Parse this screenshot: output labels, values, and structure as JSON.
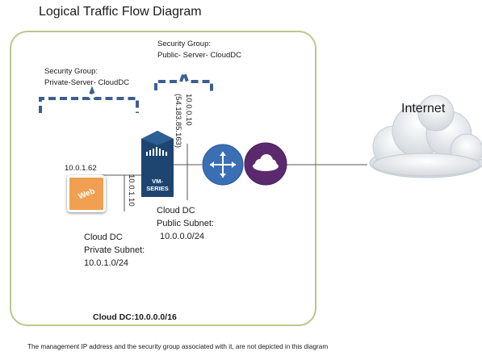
{
  "diagram": {
    "title": "Logical Traffic Flow Diagram",
    "security_group_private": {
      "line1": "Security Group:",
      "line2": "Private-Server- CloudDC"
    },
    "security_group_public": {
      "line1": "Security Group:",
      "line2": "Public- Server- CloudDC"
    },
    "web_ip": "10.0.1.62",
    "web_label": "Web",
    "private_interface_ip": "10.0.1.10",
    "public_interface_ip": "10.0.0.10",
    "public_eip": "(54.183.85.163)",
    "firewall": {
      "label_line1": "VM-",
      "label_line2": "SERIES"
    },
    "public_subnet": {
      "line1": "Cloud DC",
      "line2": "Public Subnet:",
      "line3": "10.0.0.0/24"
    },
    "private_subnet": {
      "line1": "Cloud DC",
      "line2": "Private Subnet:",
      "line3": "10.0.1.0/24"
    },
    "cloud_cidr": "Cloud DC:10.0.0.0/16",
    "internet_label": "Internet",
    "footnote": "The management IP address and the security group associated with it, are not depicted in this diagram",
    "colors": {
      "cloud_border": "#b8c98e",
      "bracket": "#3d5f8f",
      "router": "#3b6fb5",
      "gateway": "#5b2a6e",
      "firewall": "#1d4570",
      "web": "#f0a050"
    }
  }
}
